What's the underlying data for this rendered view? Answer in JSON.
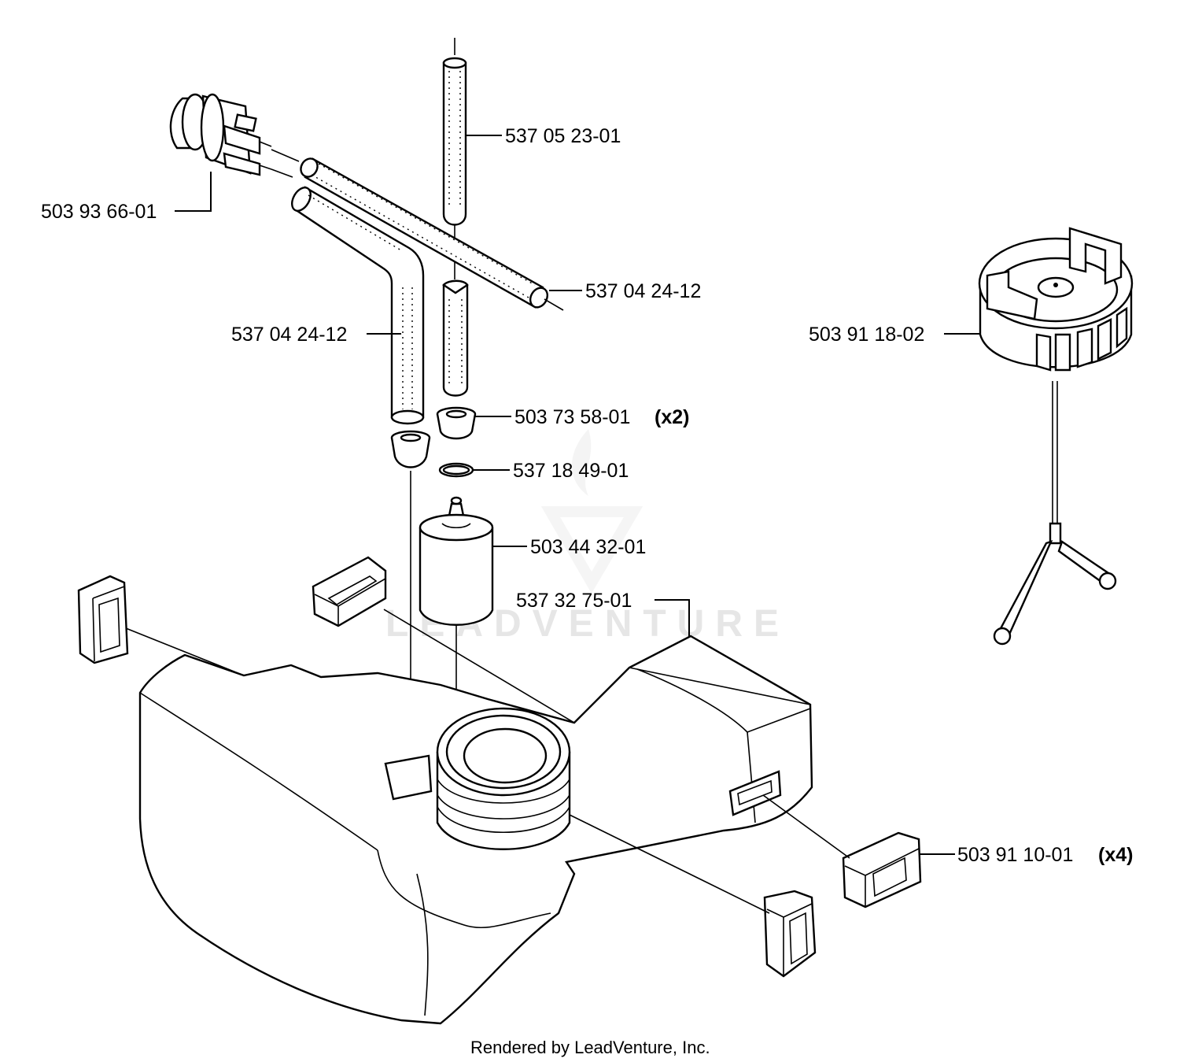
{
  "diagram": {
    "labels": {
      "vent_hose": "537 05 23-01",
      "primer_bulb": "503 93 66-01",
      "fuel_hose_upper": "537 04 24-12",
      "fuel_hose_lower": "537 04 24-12",
      "fuel_cap": "503 91 18-02",
      "grommet": "503 73 58-01",
      "grommet_qty": "(x2)",
      "o_ring": "537 18 49-01",
      "fuel_filter": "503 44 32-01",
      "fuel_tank": "537 32 75-01",
      "rubber_mount": "503 91 10-01",
      "rubber_mount_qty": "(x4)"
    },
    "watermark": "LEADVENTURE",
    "footer": "Rendered by LeadVenture, Inc."
  }
}
